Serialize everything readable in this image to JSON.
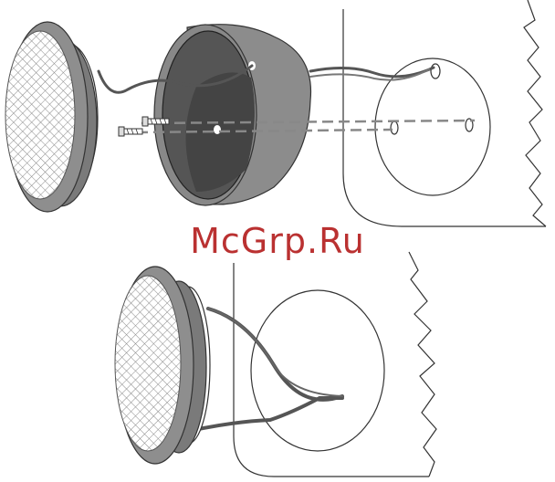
{
  "watermark": {
    "text": "McGrp.Ru",
    "color": "#b31b1b"
  },
  "figures": [
    {
      "id": "exploded-assembly",
      "parts": [
        "speaker-grille",
        "speaker-body",
        "wiring",
        "mounting-screws",
        "back-cup",
        "panel-cutout"
      ]
    },
    {
      "id": "installed-assembly",
      "parts": [
        "speaker-grille",
        "speaker-body",
        "wiring",
        "panel-cutout"
      ]
    }
  ],
  "palette": {
    "grille_rim": "#8a8a8a",
    "grille_ring": "#707070",
    "cup_outer": "#8c8c8c",
    "cup_inner": "#4a4a4a",
    "wire": "#555555",
    "line": "#333333"
  }
}
